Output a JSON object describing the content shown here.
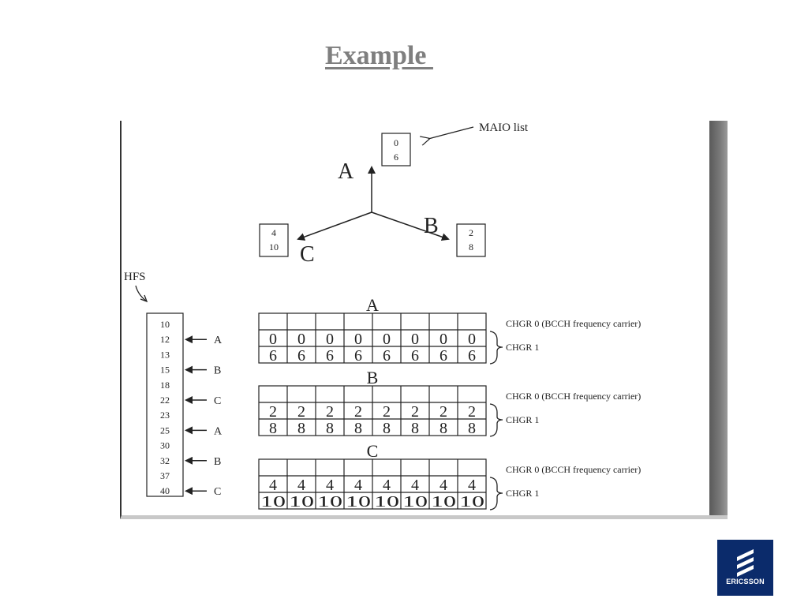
{
  "slide": {
    "title": "Example "
  },
  "diagram": {
    "maio_label": "MAIO list",
    "maio_values": [
      "0",
      "6"
    ],
    "sectors": [
      {
        "name": "A",
        "maio": [
          "0",
          "6"
        ]
      },
      {
        "name": "B",
        "maio": [
          "2",
          "8"
        ]
      },
      {
        "name": "C",
        "maio": [
          "4",
          "10"
        ]
      }
    ],
    "hfs_label": "HFS",
    "hfs_list": [
      {
        "freq": "10",
        "sector": ""
      },
      {
        "freq": "12",
        "sector": "A"
      },
      {
        "freq": "13",
        "sector": ""
      },
      {
        "freq": "15",
        "sector": "B"
      },
      {
        "freq": "18",
        "sector": ""
      },
      {
        "freq": "22",
        "sector": "C"
      },
      {
        "freq": "23",
        "sector": ""
      },
      {
        "freq": "25",
        "sector": "A"
      },
      {
        "freq": "30",
        "sector": ""
      },
      {
        "freq": "32",
        "sector": "B"
      },
      {
        "freq": "37",
        "sector": ""
      },
      {
        "freq": "40",
        "sector": "C"
      }
    ],
    "chgr0_label": "CHGR 0 (BCCH frequency carrier)",
    "chgr1_label": "CHGR 1",
    "timeslot_count": 8
  },
  "logo": {
    "wordmark": "ERICSSON",
    "color": "#0b2b6b"
  }
}
